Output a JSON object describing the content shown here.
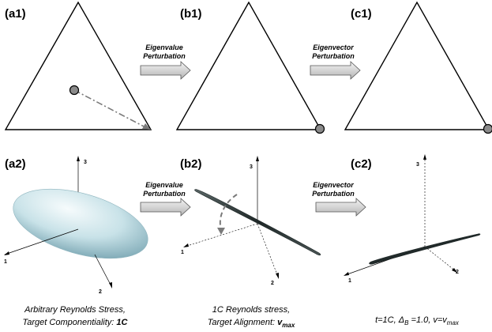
{
  "panels": {
    "a1": "(a1)",
    "b1": "(b1)",
    "c1": "(c1)",
    "a2": "(a2)",
    "b2": "(b2)",
    "c2": "(c2)"
  },
  "arrows": {
    "top_left": {
      "line1": "Eigenvalue",
      "line2": "Perturbation"
    },
    "top_right": {
      "line1": "Eigenvector",
      "line2": "Perturbation"
    },
    "bottom_left": {
      "line1": "Eigenvalue",
      "line2": "Perturbation"
    },
    "bottom_right": {
      "line1": "Eigenvector",
      "line2": "Perturbation"
    }
  },
  "axes": {
    "one": "1",
    "two": "2",
    "three": "3"
  },
  "captions": {
    "a": {
      "line1": "Arbitrary Reynolds Stress,",
      "line2_text": "Target Componentiality: ",
      "line2_bold": "1C"
    },
    "b": {
      "line1": "1C Reynolds stress,",
      "line2_text": "Target Alignment: ",
      "line2_bold": "v",
      "line2_sub": "max"
    },
    "c": {
      "part1": "t=1C, ",
      "delta": "Δ",
      "delta_sub": "B",
      "part2": " =1.0, v=v",
      "v_sub": "max"
    }
  },
  "colors": {
    "ellipsoid_light": "#eef7f9",
    "ellipsoid_mid": "#b8d8e0",
    "ellipsoid_dark": "#7aa6b3",
    "disk_dark": "#2f3a3a",
    "marker_fill": "#888888",
    "arrow_fill": "#d0d0d0"
  }
}
